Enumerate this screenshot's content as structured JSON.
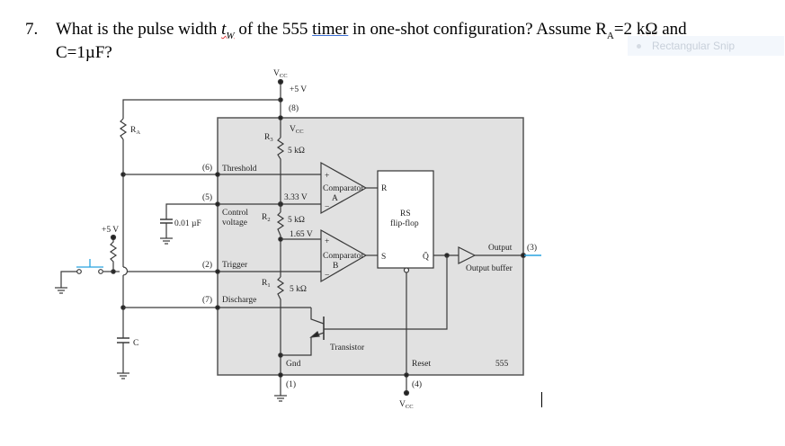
{
  "question": {
    "number": "7.",
    "text_before": "What is the pulse width ",
    "tw_symbol": "t",
    "tw_sub": "W",
    "text_mid": " of the 555 ",
    "timer_word": "timer",
    "text_after": " in one-shot configuration? Assume R",
    "ra_sub": "A",
    "ra_value": "=2 ",
    "unit": "kΩ",
    "and": " and",
    "line2": "C=1µF?"
  },
  "tooltip": {
    "label": "Rectangular Snip"
  },
  "circuit": {
    "vcc_top": "V",
    "vcc_sub": "CC",
    "plus5v": "+5 V",
    "pin8": "(8)",
    "vcc_inside": "V",
    "vcc_inside_sub": "CC",
    "ra_label": "R",
    "ra_label_sub": "A",
    "r3_label": "R",
    "r3_sub": "3",
    "r3_value": "5 kΩ",
    "r2_label": "R",
    "r2_sub": "2",
    "r2_value": "5 kΩ",
    "r1_label": "R",
    "r1_sub": "1",
    "r1_value": "5 kΩ",
    "pin6": "(6)",
    "threshold": "Threshold",
    "pin5": "(5)",
    "control": "Control",
    "voltage": "voltage",
    "cap_small": "0.01 µF",
    "v333": "3.33 V",
    "v165": "1.65 V",
    "comp_a": "Comparator",
    "comp_a_letter": "A",
    "comp_b": "Comparator",
    "comp_b_letter": "B",
    "plus": "+",
    "minus": "−",
    "ff_r": "R",
    "ff_s": "S",
    "ff_title1": "RS",
    "ff_title2": "flip-flop",
    "ff_qbar": "Q̄",
    "output": "Output",
    "pin3": "(3)",
    "output_buffer": "Output buffer",
    "left_plus5v": "+5 V",
    "pin2": "(2)",
    "trigger": "Trigger",
    "pin7": "(7)",
    "discharge": "Discharge",
    "transistor": "Transistor",
    "cap_c": "C",
    "gnd": "Gnd",
    "reset": "Reset",
    "chip": "555",
    "pin1": "(1)",
    "pin4": "(4)",
    "vcc_bottom": "V",
    "vcc_bottom_sub": "CC"
  },
  "colors": {
    "chip_fill": "#e1e1e1",
    "wire": "#3a3a3a",
    "input_accent": "#29a3e0"
  }
}
